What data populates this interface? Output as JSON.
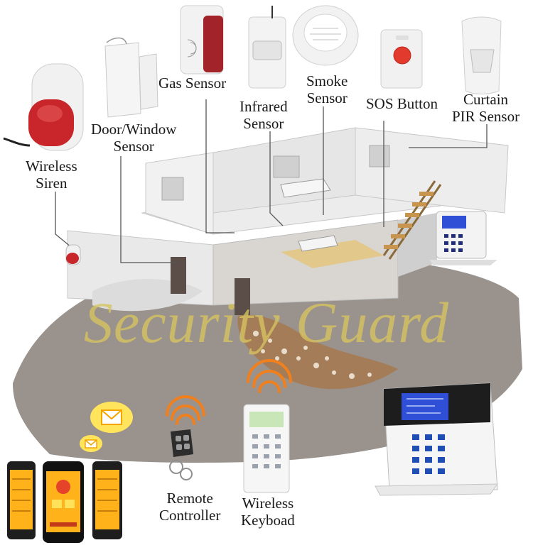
{
  "labels": {
    "wireless_siren": [
      "Wireless",
      "Siren"
    ],
    "door_window_sensor": [
      "Door/Window",
      "Sensor"
    ],
    "gas_sensor": [
      "Gas Sensor"
    ],
    "infrared_sensor": [
      "Infrared",
      "Sensor"
    ],
    "smoke_sensor": [
      "Smoke",
      "Sensor"
    ],
    "sos_button": [
      "SOS Button"
    ],
    "curtain_pir_sensor": [
      "Curtain",
      "PIR Sensor"
    ],
    "remote_controller": [
      "Remote",
      "Controller"
    ],
    "wireless_keyboard": [
      "Wireless",
      "Keyboad"
    ]
  },
  "watermark": "Security Guard",
  "colors": {
    "label_text": "#1a1a1a",
    "watermark": "#d6c45f",
    "floor": "#9a938d",
    "siren_red": "#c8262a",
    "wave_orange": "#f0801e",
    "message_yellow": "#ffd400",
    "panel_screen": "#2f4fd6"
  }
}
